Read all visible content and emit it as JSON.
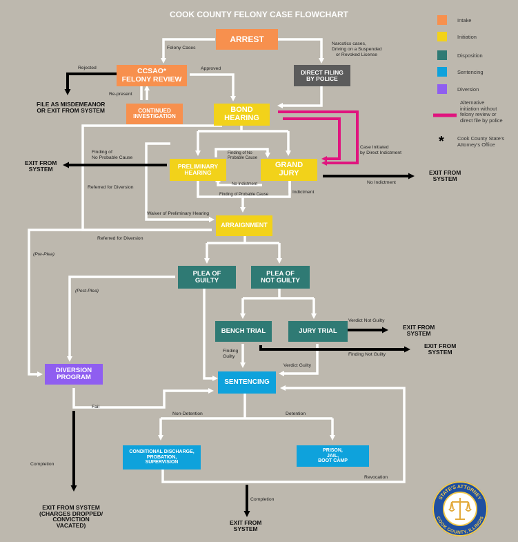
{
  "title": "COOK COUNTY FELONY CASE FLOWCHART",
  "legend": {
    "items": [
      {
        "label": "Intake",
        "color": "#f7904e"
      },
      {
        "label": "Initiation",
        "color": "#f2d21a"
      },
      {
        "label": "Disposition",
        "color": "#2f7a74"
      },
      {
        "label": "Sentencing",
        "color": "#0ea2dc"
      },
      {
        "label": "Diversion",
        "color": "#8f5ef0"
      }
    ],
    "alt_line": {
      "color": "#e0147e",
      "text": [
        "Alternative",
        "initiation without",
        "felony review or",
        "direct file by police"
      ]
    },
    "star": {
      "symbol": "*",
      "text": [
        "Cook County State's",
        "Attorney's Office"
      ]
    }
  },
  "nodes": {
    "arrest": "ARREST",
    "ccsao": [
      "CCSAO*",
      "FELONY REVIEW"
    ],
    "direct_filing": [
      "DIRECT FILING",
      "BY POLICE"
    ],
    "continued_investigation": [
      "CONTINUED",
      "INVESTIGATION"
    ],
    "bond_hearing": [
      "BOND",
      "HEARING"
    ],
    "preliminary_hearing": [
      "PRELIMINARY",
      "HEARING"
    ],
    "grand_jury": [
      "GRAND",
      "JURY"
    ],
    "arraignment": "ARRAIGNMENT",
    "plea_guilty": [
      "PLEA  OF",
      "GUILTY"
    ],
    "plea_not_guilty": [
      "PLEA  OF",
      "NOT GUILTY"
    ],
    "bench_trial": "BENCH TRIAL",
    "jury_trial": "JURY TRIAL",
    "diversion_program": [
      "DIVERSION",
      "PROGRAM"
    ],
    "sentencing": "SENTENCING",
    "conditional_discharge": [
      "CONDITIONAL DISCHARGE,",
      "PROBATION,",
      "SUPERVISION"
    ],
    "prison": [
      "PRISON,",
      "JAIL,",
      "BOOT CAMP"
    ]
  },
  "exits": {
    "misdemeanor": [
      "FILE AS MISDEMEANOR",
      "OR EXIT FROM SYSTEM"
    ],
    "left_prelim": [
      "EXIT FROM",
      "SYSTEM"
    ],
    "right_grand_jury": [
      "EXIT FROM",
      "SYSTEM"
    ],
    "jury_verdict": [
      "EXIT FROM",
      "SYSTEM"
    ],
    "jury_finding": [
      "EXIT FROM",
      "SYSTEM"
    ],
    "diversion_completion": [
      "EXIT FROM SYSTEM",
      "(CHARGES DROPPED/",
      "CONVICTION",
      "VACATED)"
    ],
    "sentence_completion": [
      "EXIT FROM",
      "SYSTEM"
    ]
  },
  "labels": {
    "felony_cases": "Felony Cases",
    "narcotics": [
      "Narcotics cases,",
      "Driving on a Suspended",
      "or Revoked License"
    ],
    "rejected": "Rejected",
    "approved": "Approved",
    "re_present": "Re-present",
    "finding_no_pc_left": [
      "Finding of",
      "No Probable Cause"
    ],
    "finding_no_pc_mid": [
      "Finding of No",
      "Probable Cause"
    ],
    "no_indictment_mid": "No Indictment",
    "finding_pc": "Finding of Probable Cause",
    "case_initiated": [
      "Case Initiated",
      "by Direct Indictment"
    ],
    "no_indictment_right": "No Indictment",
    "indictment": "Indictment",
    "referred_1": "Referred for Diversion",
    "waiver": "Waiver of Preliminary Hearing",
    "referred_2": "Referred for Diversion",
    "pre_plea": "(Pre-Plea)",
    "post_plea": "(Post-Plea)",
    "verdict_not_guilty": "Verdict Not Guilty",
    "finding_not_guilty": "Finding  Not  Guilty",
    "finding_guilty": [
      "Finding",
      "Guilty"
    ],
    "verdict_guilty": "Verdict Guilty",
    "fail": "Fail",
    "non_detention": "Non-Detention",
    "detention": "Detention",
    "completion_left": "Completion",
    "revocation": "Revocation",
    "completion_bottom": "Completion"
  },
  "seal": {
    "top_text": "STATE'S ATTORNEY",
    "bottom_text": "COOK COUNTY, ILLINOIS"
  }
}
